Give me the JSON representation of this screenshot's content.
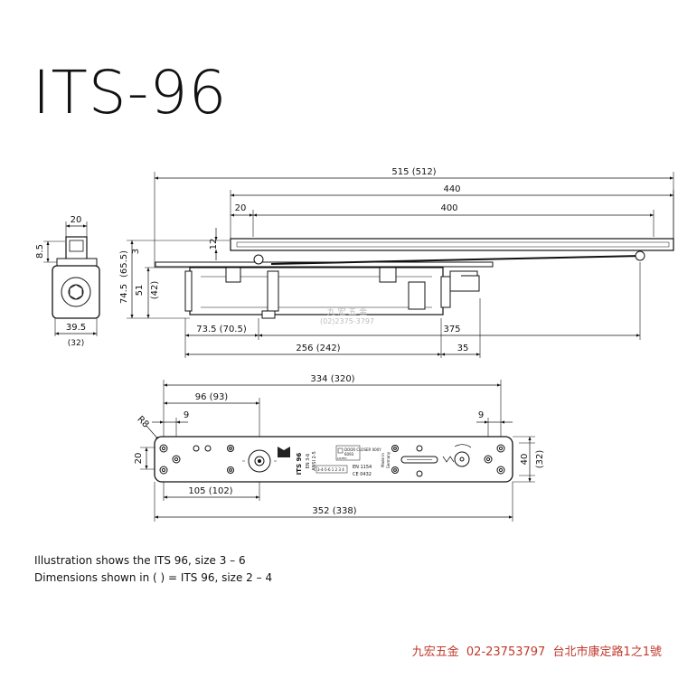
{
  "title": "ITS-96",
  "watermark": {
    "cn": "九 宏 五 金",
    "phone": "(02)2375-3797"
  },
  "top_view": {
    "dims": {
      "d515": "515  (512)",
      "d440": "440",
      "d400": "400",
      "d20": "20",
      "d12": "12",
      "d3": "3",
      "d65": "(65.5)",
      "d745": "74.5",
      "d51": "51",
      "d42": "(42)",
      "d735": "73.5 (70.5)",
      "d375": "375",
      "d256": "256 (242)",
      "d35": "35"
    }
  },
  "side_view": {
    "dims": {
      "w20": "20",
      "h85": "8.5",
      "w395": "39.5",
      "w32": "(32)"
    }
  },
  "plate_view": {
    "dims": {
      "d334": "334  (320)",
      "d96": "96  (93)",
      "r8": "R8",
      "left9": "9",
      "right9": "9",
      "h20": "20",
      "h40": "40",
      "h32": "(32)",
      "d105": "105  (102)",
      "d352": "352  (338)"
    },
    "markings": {
      "model": "ITS 96",
      "en": "EN 3-6",
      "ansi": "ANSI 2-5",
      "en1154": "EN 1154",
      "ce": "CE 0432",
      "made1": "Made in",
      "made2": "Germany",
      "ul1": "DOOR CLOSER 000Y",
      "ul2": "6093",
      "ul3": "LISTED",
      "nums": "3-4-5-6 1 2 3 4"
    }
  },
  "notes": {
    "line1": "Illustration shows the ITS 96, size 3 – 6",
    "line2": "Dimensions shown in ( ) = ITS 96, size 2 – 4"
  },
  "footer": {
    "name": "九宏五金",
    "phone": "02-23753797",
    "address": "台北市康定路1之1號"
  }
}
